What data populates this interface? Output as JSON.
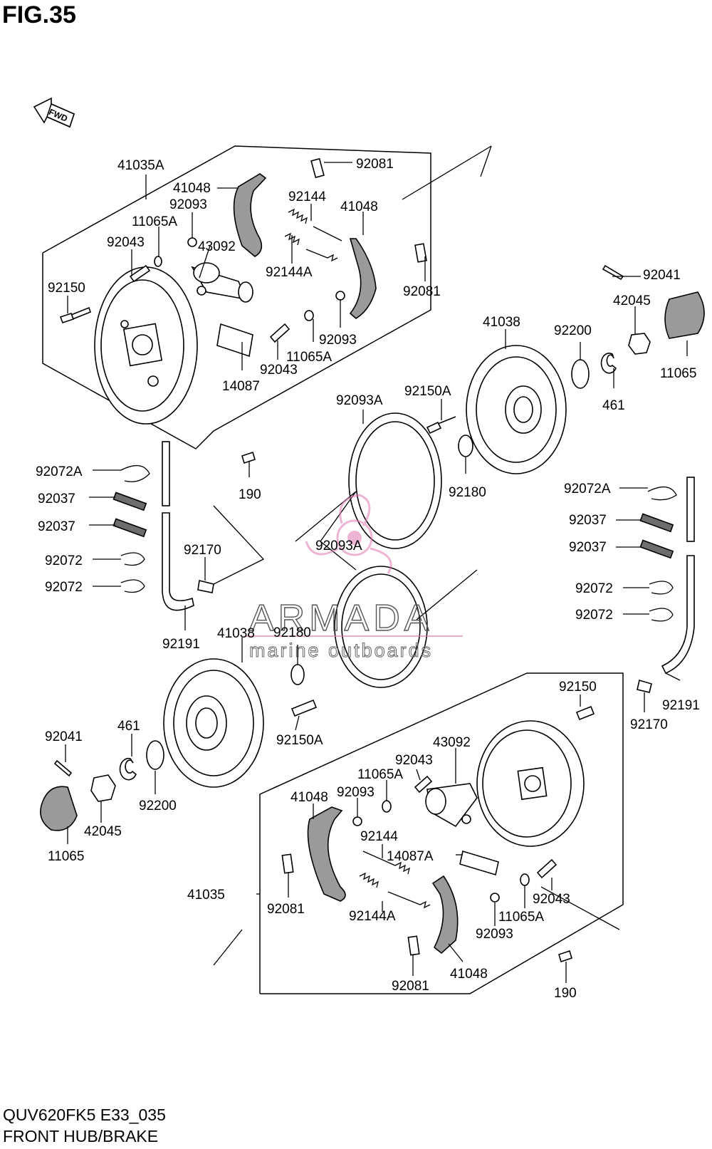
{
  "figure": {
    "title": "FIG.35",
    "model_code": "QUV620FK5 E33_035",
    "section_name": "FRONT HUB/BRAKE",
    "fwd_arrow_label": "FWD"
  },
  "watermark": {
    "brand": "ARMADA",
    "tagline": "marine outboards",
    "colors": {
      "logo": "#e07ab0",
      "text": "#555555"
    }
  },
  "callouts": {
    "upper_41035A": "41035A",
    "upper_41048_left": "41048",
    "upper_92093_left": "92093",
    "upper_11065A_left": "11065A",
    "upper_92043_left": "92043",
    "upper_92150": "92150",
    "upper_43092": "43092",
    "upper_92081_top": "92081",
    "upper_92144": "92144",
    "upper_41048_right": "41048",
    "upper_92144A": "92144A",
    "upper_92081_right": "92081",
    "upper_92093_right": "92093",
    "upper_11065A_right": "11065A",
    "upper_92043_right": "92043",
    "upper_14087": "14087",
    "upper_92041": "92041",
    "upper_42045": "42045",
    "upper_11065": "11065",
    "upper_41038": "41038",
    "upper_92200": "92200",
    "upper_461": "461",
    "upper_92150A": "92150A",
    "upper_92093A": "92093A",
    "upper_92180": "92180",
    "left_190": "190",
    "left_92072A": "92072A",
    "left_92037_a": "92037",
    "left_92037_b": "92037",
    "left_92072_a": "92072",
    "left_92072_b": "92072",
    "left_92170": "92170",
    "left_92191": "92191",
    "mid_92093A": "92093A",
    "right_92072A": "92072A",
    "right_92037_a": "92037",
    "right_92037_b": "92037",
    "right_92072_a": "92072",
    "right_92072_b": "92072",
    "right_92191": "92191",
    "right_92170": "92170",
    "lower_41038": "41038",
    "lower_92180": "92180",
    "lower_92150A": "92150A",
    "lower_92041": "92041",
    "lower_461": "461",
    "lower_92200": "92200",
    "lower_42045": "42045",
    "lower_11065": "11065",
    "lower_92150": "92150",
    "lower_43092": "43092",
    "lower_92043_top": "92043",
    "lower_11065A_top": "11065A",
    "lower_41048_left": "41048",
    "lower_92093_left": "92093",
    "lower_92144": "92144",
    "lower_14087A": "14087A",
    "lower_41035": "41035",
    "lower_92081_left": "92081",
    "lower_92144A": "92144A",
    "lower_92043_right": "92043",
    "lower_11065A_right": "11065A",
    "lower_92093_right": "92093",
    "lower_92081_bottom": "92081",
    "lower_41048_right": "41048",
    "lower_190": "190"
  }
}
